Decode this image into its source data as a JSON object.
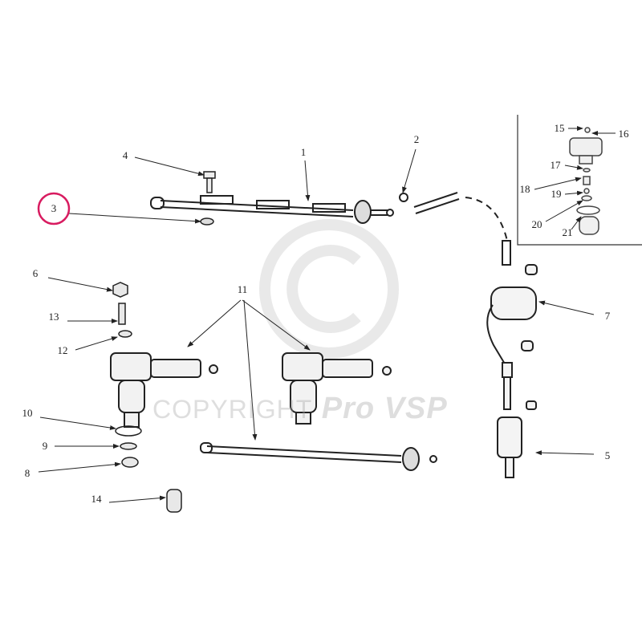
{
  "watermark": {
    "prefix": "COPYRIGHT",
    "brand": "Pro VSP",
    "symbol": "©"
  },
  "highlight_color": "#d81b60",
  "highlighted_callout": "3",
  "callouts": {
    "c1": "1",
    "c2": "2",
    "c3": "3",
    "c4": "4",
    "c5": "5",
    "c6": "6",
    "c7": "7",
    "c8": "8",
    "c9": "9",
    "c10": "10",
    "c11": "11",
    "c12": "12",
    "c13": "13",
    "c14": "14",
    "c15": "15",
    "c16": "16",
    "c17": "17",
    "c18": "18",
    "c19": "19",
    "c20": "20",
    "c21": "21"
  }
}
